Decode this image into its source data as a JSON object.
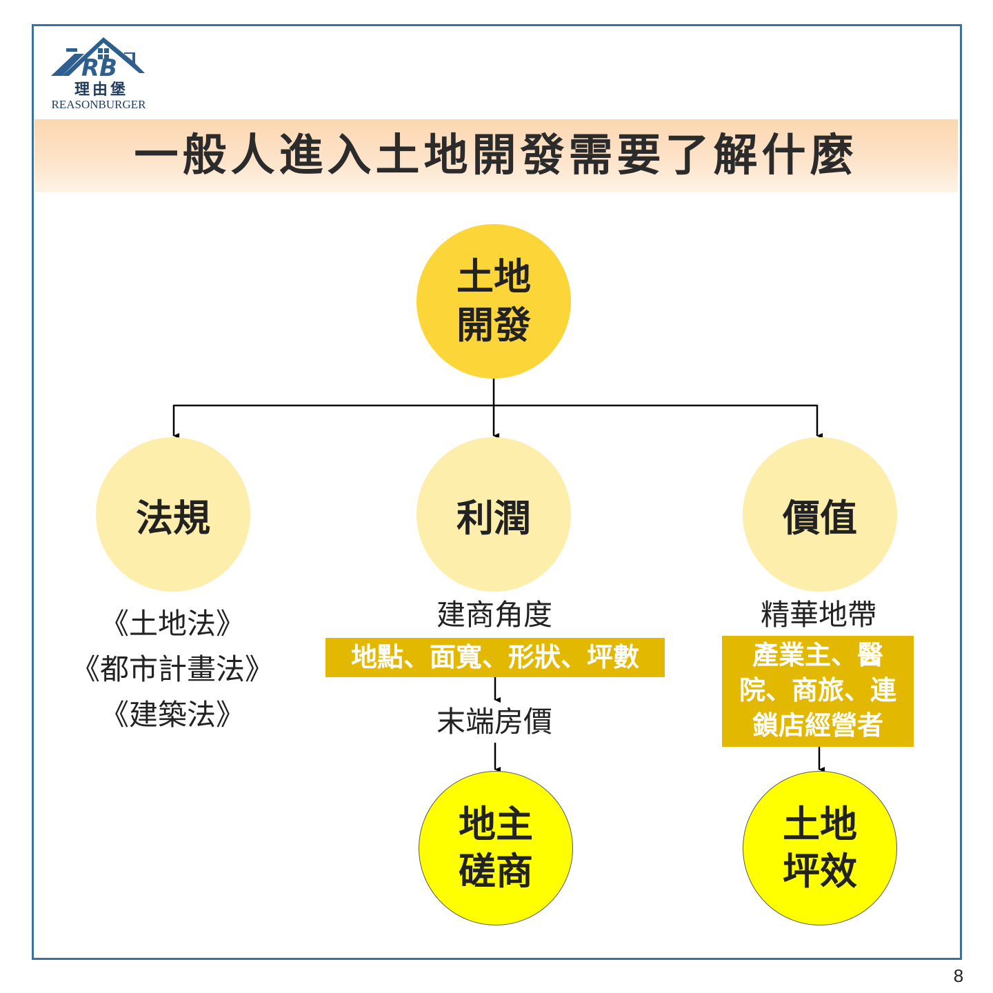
{
  "logo": {
    "mark": "RB",
    "name_cn": "理由堡",
    "name_en": "REASONBURGER"
  },
  "title": "一般人進入土地開發需要了解什麼",
  "root": {
    "line1": "土地",
    "line2": "開發"
  },
  "branches": {
    "law": {
      "label": "法規",
      "items": [
        "《土地法》",
        "《都市計畫法》",
        "《建築法》"
      ]
    },
    "profit": {
      "label": "利潤",
      "perspective": "建商角度",
      "factors": "地點、面寬、形狀、坪數",
      "end_price": "末端房價",
      "result": {
        "line1": "地主",
        "line2": "磋商"
      }
    },
    "value": {
      "label": "價值",
      "prime_area": "精華地帶",
      "operators": [
        "產業主、醫",
        "院、商旅、連",
        "鎖店經營者"
      ],
      "result": {
        "line1": "土地",
        "line2": "坪效"
      }
    }
  },
  "page_number": "8",
  "colors": {
    "frame": "#3d6f97",
    "root_circle": "#fcd539",
    "branch_circle": "#fdeeab",
    "result_circle": "#ffff00",
    "highlight_box": "#e2b800",
    "title_band": "#fbd7b1"
  }
}
